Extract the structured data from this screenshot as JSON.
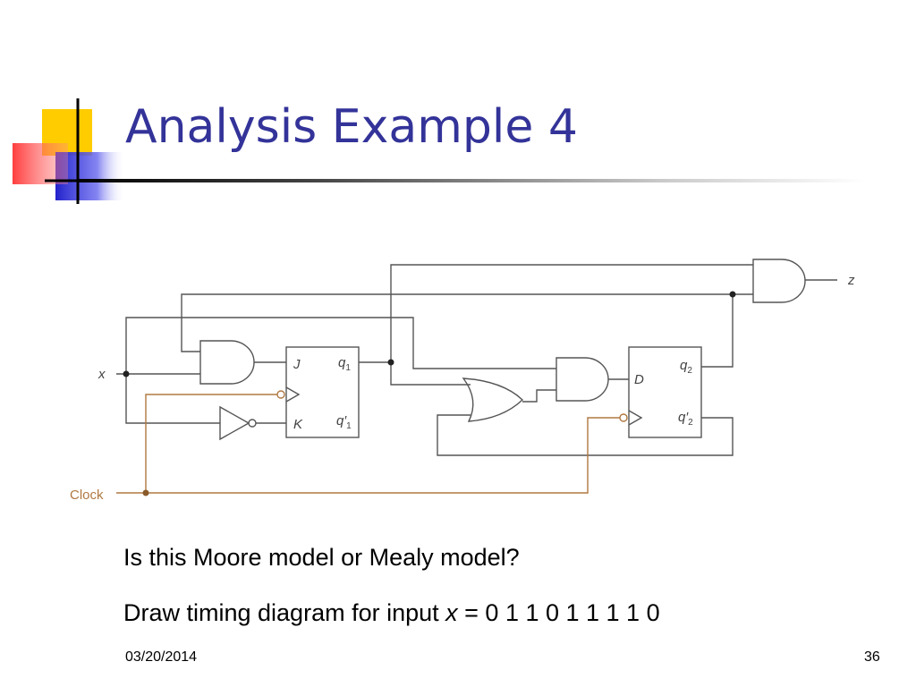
{
  "slide": {
    "title": "Analysis Example 4",
    "footer_date": "03/20/2014",
    "page_number": "36",
    "accent_colors": {
      "title": "#333399",
      "yellow": "#ffcc00",
      "blue": "#3333cc",
      "red": "#ff3333",
      "clock_wire": "#b07840"
    }
  },
  "circuit": {
    "input_x": "x",
    "input_clock": "Clock",
    "output_z": "z",
    "ff1": {
      "j": "J",
      "k": "K",
      "q": "q",
      "q_sub": "1",
      "qbar": "q′",
      "qbar_sub": "1"
    },
    "ff2": {
      "d": "D",
      "q": "q",
      "q_sub": "2",
      "qbar": "q′",
      "qbar_sub": "2"
    }
  },
  "questions": {
    "q1": "Is this Moore model or Mealy model?",
    "q2_prefix": "Draw timing diagram for input ",
    "q2_var": "x",
    "q2_eq": " = ",
    "q2_sequence": "0 1 1 0 1 1 1 1 0"
  }
}
